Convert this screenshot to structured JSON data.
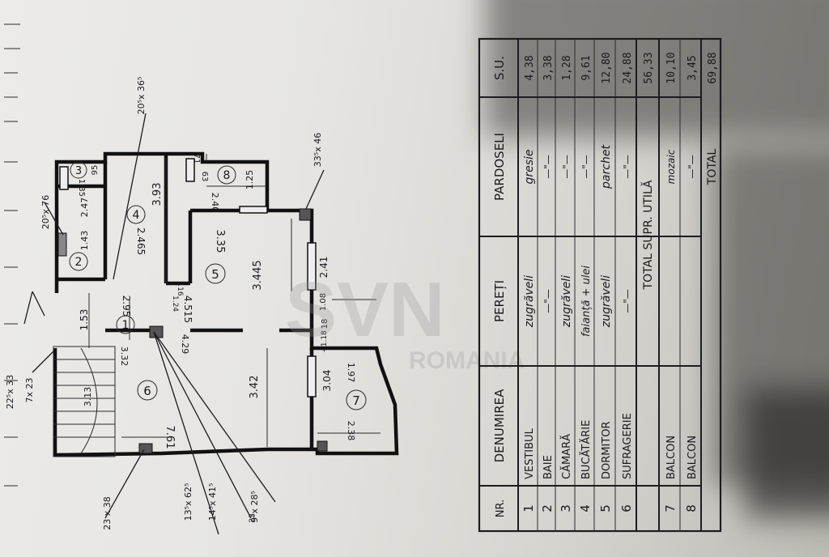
{
  "plan": {
    "rooms": [
      "1",
      "2",
      "3",
      "4",
      "5",
      "6",
      "7",
      "8"
    ],
    "dims": {
      "d1": "1.53",
      "d2": "2.95",
      "d3": "3.32",
      "d4": "4.29",
      "d5": "3.42",
      "d6": "7.61",
      "d7": "3.13",
      "d8": "1.43",
      "d9": "2.47",
      "d10": "1.35",
      "d11": "95",
      "d12": "3.93",
      "d13": "2.465",
      "d14": "3.35",
      "d15": "3.445",
      "d16": "4.515",
      "d17": "2.40",
      "d18": "1.25",
      "d19": "63",
      "d20": "71",
      "d21": "1.24",
      "d22": "116",
      "d23": "2.41",
      "d24": "1.08",
      "d25": "18",
      "d26": "3.04",
      "d27": "1.97",
      "d28": "2.38",
      "d29": "+1.18"
    },
    "annotations": {
      "a1": "20⁵x 76",
      "a2": "20⁵x 36⁵",
      "a3": "33⁵x 46",
      "a4": "22⁵x 33",
      "a5": "7x 23",
      "a6": "23 x 38",
      "a7": "13⁵x 62⁵",
      "a8": "14⁵x 41⁵",
      "a9": "9⁵x 28⁵",
      "a10": "23"
    }
  },
  "table": {
    "headers": [
      "NR.",
      "DENUMIREA",
      "PEREȚI",
      "PARDOSELI",
      "S.U."
    ],
    "rows": [
      [
        "1",
        "VESTIBUL",
        "zugrăveli",
        "gresie",
        "4,38"
      ],
      [
        "2",
        "BAIE",
        "—\"—",
        "—\"—",
        "3,38"
      ],
      [
        "3",
        "CĂMARĂ",
        "zugrăveli",
        "—\"—",
        "1,28"
      ],
      [
        "4",
        "BUCĂTĂRIE",
        "faianță + ulei",
        "—\"—",
        "9,61"
      ],
      [
        "5",
        "DORMITOR",
        "zugrăveli",
        "parchet",
        "12,80"
      ],
      [
        "6",
        "SUFRAGERIE",
        "—\"—",
        "—\"—",
        "24,88"
      ]
    ],
    "total_util_label": "TOTAL SUPR. UTILĂ",
    "total_util_value": "56,33",
    "balcony_rows": [
      [
        "7",
        "BALCON",
        "",
        "mozaic",
        "10,10"
      ],
      [
        "8",
        "BALCON",
        "",
        "—\"—",
        "3,45"
      ]
    ],
    "total_label": "TOTAL",
    "total_value": "69,88"
  },
  "watermark": {
    "main": "SVN",
    "sub": "ROMANIA"
  }
}
